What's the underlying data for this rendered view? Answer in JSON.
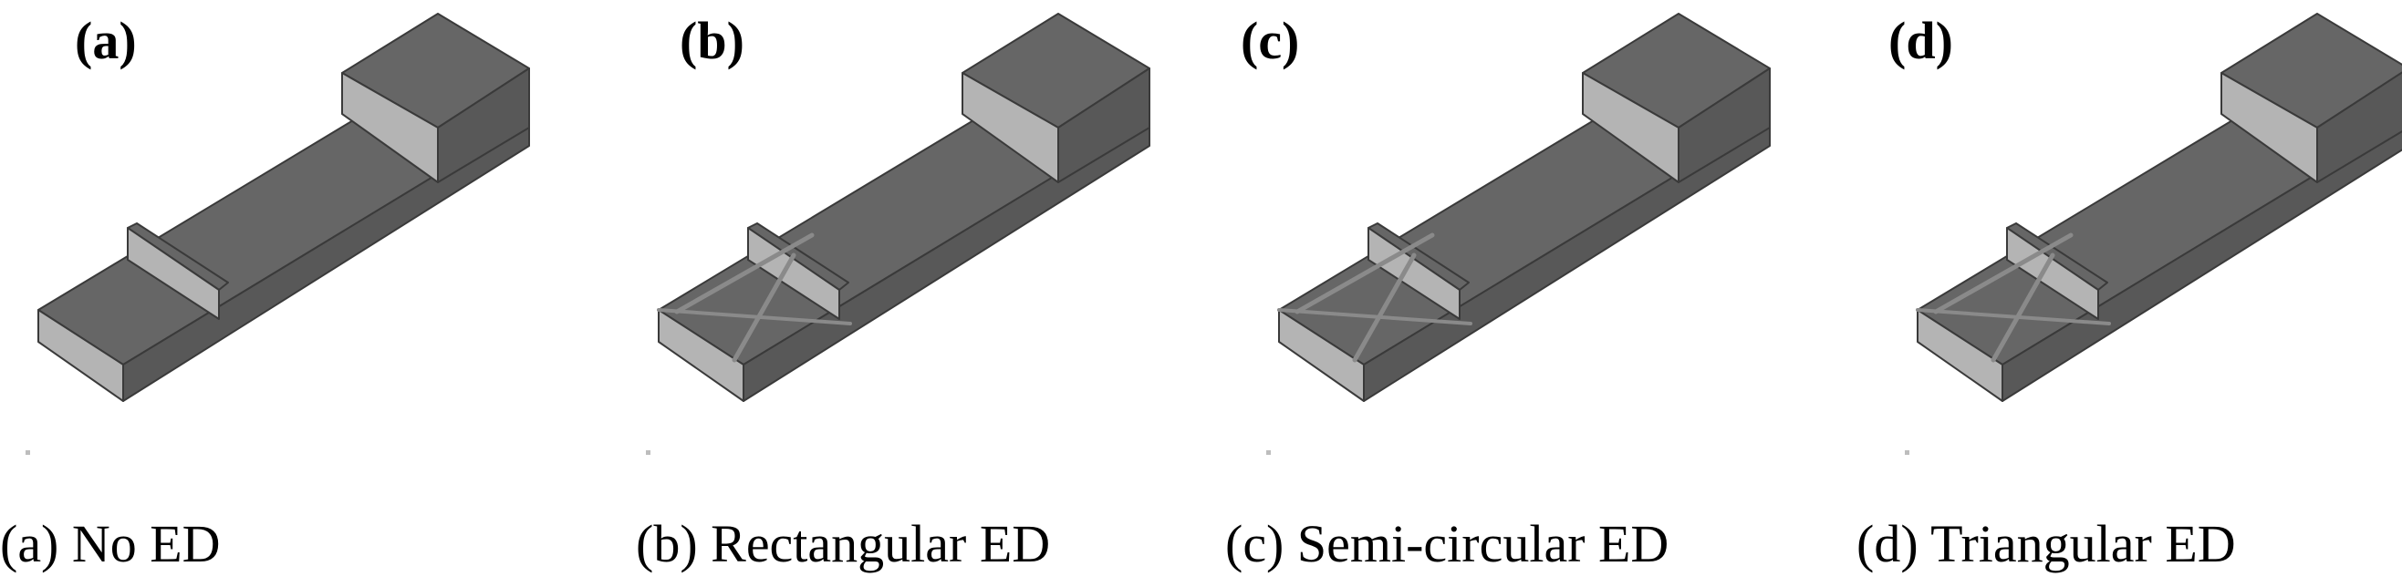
{
  "panels": [
    {
      "letter": "(a)",
      "caption": "(a) No ED",
      "diagonals": false
    },
    {
      "letter": "(b)",
      "caption": "(b) Rectangular ED",
      "diagonals": true
    },
    {
      "letter": "(c)",
      "caption": "(c) Semi-circular ED",
      "diagonals": true
    },
    {
      "letter": "(d)",
      "caption": "(d) Triangular ED",
      "diagonals": true
    }
  ],
  "colors": {
    "top_face": "#666666",
    "side_face": "#585858",
    "front_face": "#b4b4b4",
    "edge": "#3a3a3a",
    "diagonal": "#8a8a8a"
  }
}
